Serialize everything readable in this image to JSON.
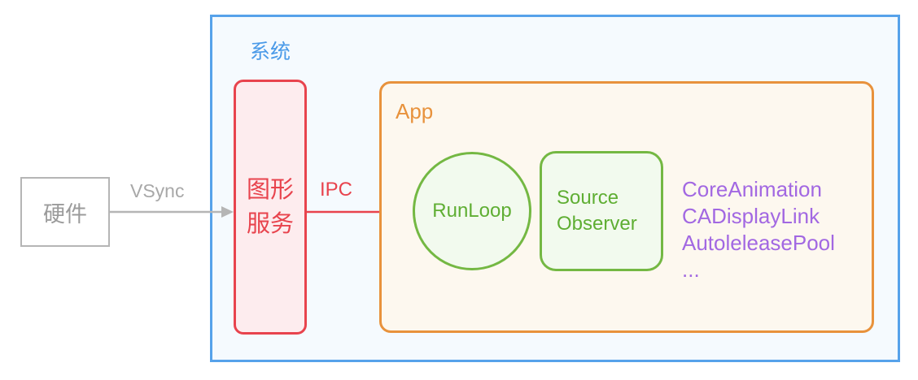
{
  "colors": {
    "blue": "#56a2ea",
    "red": "#e8434d",
    "orange": "#e8923c",
    "green": "#5fae33",
    "purple": "#a268e2",
    "gray": "#9b9b9b"
  },
  "system": {
    "label": "系统"
  },
  "hardware": {
    "label": "硬件"
  },
  "signals": {
    "vsync": "VSync",
    "ipc": "IPC"
  },
  "graphics_service": {
    "line1": "图形",
    "line2": "服务"
  },
  "app": {
    "label": "App",
    "runloop": "RunLoop",
    "source_observer": {
      "line1": "Source",
      "line2": "Observer"
    },
    "notes": [
      "CoreAnimation",
      "CADisplayLink",
      "AutoleleasePool",
      "..."
    ]
  }
}
